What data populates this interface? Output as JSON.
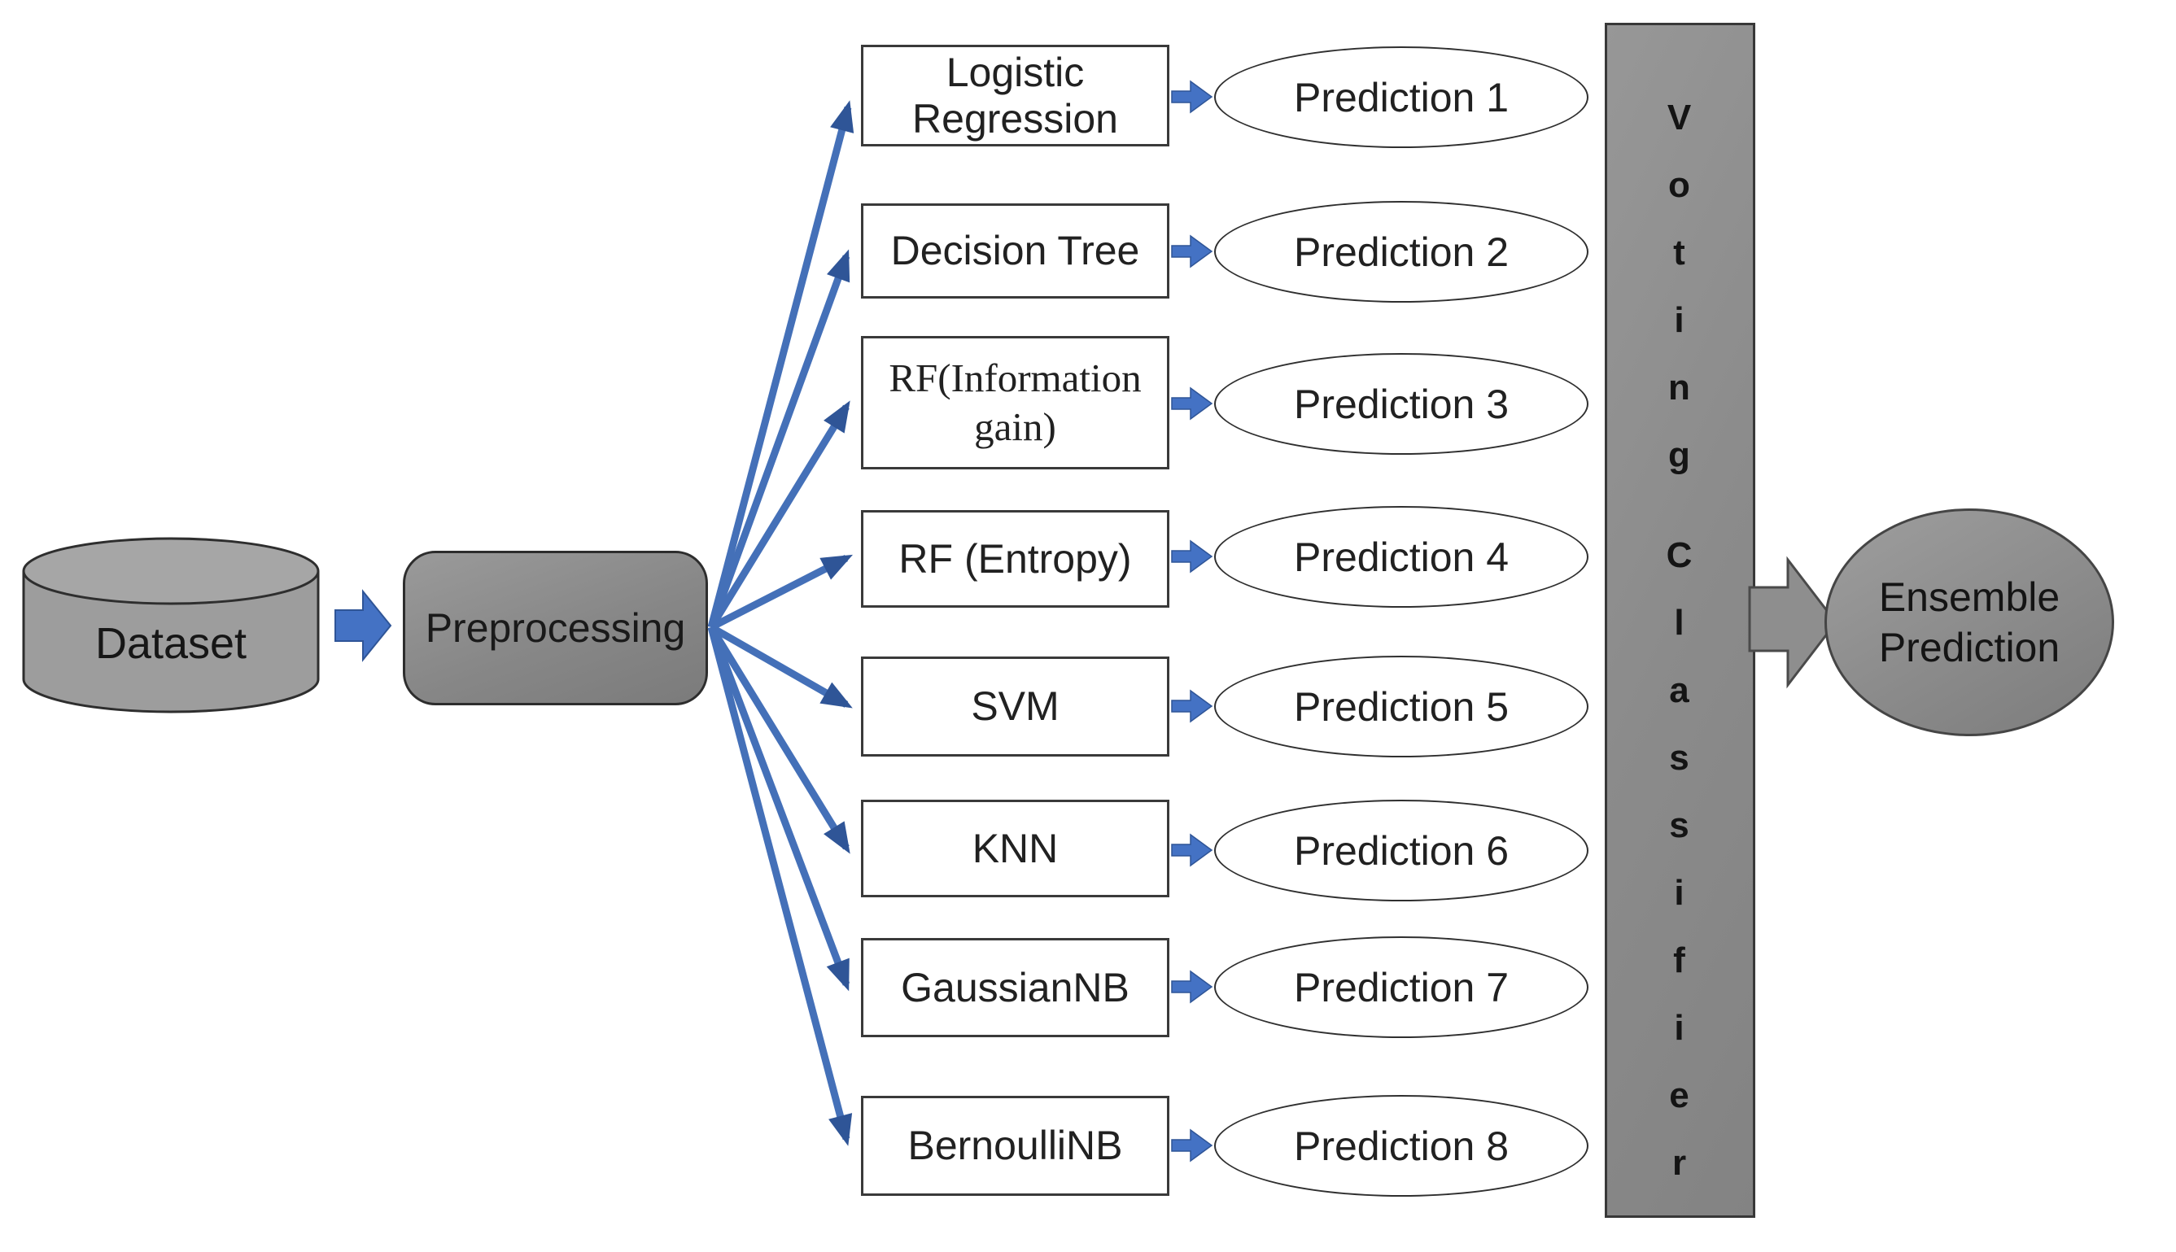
{
  "title": "Ensemble voting classifier pipeline diagram",
  "nodes": {
    "dataset": {
      "label": "Dataset"
    },
    "preprocessing": {
      "label": "Preprocessing"
    },
    "voting": {
      "word1": "Voting",
      "word2": "Classifier",
      "full_label": "Voting Classifier"
    },
    "ensemble": {
      "line1": "Ensemble",
      "line2": "Prediction",
      "full_label": "Ensemble Prediction"
    }
  },
  "rows": [
    {
      "classifier": "Logistic Regression",
      "box_line1": "Logistic",
      "box_line2": "Regression",
      "prediction": "Prediction 1"
    },
    {
      "classifier": "Decision Tree",
      "box_line1": "Decision Tree",
      "prediction": "Prediction 2"
    },
    {
      "classifier": "RF(Information gain)",
      "box_line1": "RF(Information",
      "box_line2": "gain)",
      "prediction": "Prediction 3"
    },
    {
      "classifier": "RF (Entropy)",
      "box_line1": "RF (Entropy)",
      "prediction": "Prediction 4"
    },
    {
      "classifier": "SVM",
      "box_line1": "SVM",
      "prediction": "Prediction 5"
    },
    {
      "classifier": "KNN",
      "box_line1": "KNN",
      "prediction": "Prediction 6"
    },
    {
      "classifier": "GaussianNB",
      "box_line1": "GaussianNB",
      "prediction": "Prediction 7"
    },
    {
      "classifier": "BernoulliNB",
      "box_line1": "BernoulliNB",
      "prediction": "Prediction 8"
    }
  ],
  "colors": {
    "arrow_blue": "#4472c4",
    "arrow_blue_dark": "#2f5597",
    "shape_gray": "#8f8f8f",
    "shape_gray_light": "#a6a6a6",
    "outline_dark": "#3a3a3a",
    "background": "#ffffff"
  }
}
